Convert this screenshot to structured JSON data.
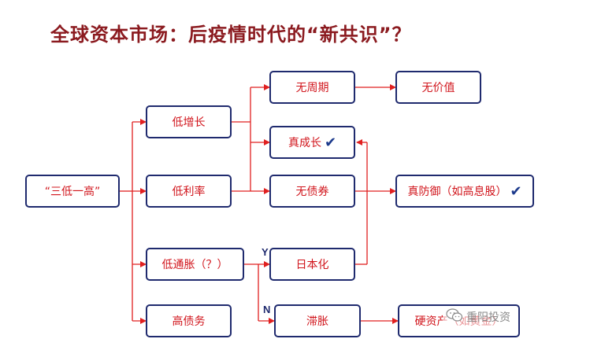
{
  "title": "全球资本市场：后疫情时代的“新共识”？",
  "nodes": {
    "san_di_yi_gao": "“三低一高”",
    "di_zeng_zhang": "低增长",
    "di_li_lv": "低利率",
    "di_tong_zhang": "低通胀（？）",
    "gao_zhai_wu": "高债务",
    "wu_zhou_qi": "无周期",
    "zhen_cheng_zhang": "真成长",
    "wu_zhai_quan": "无债券",
    "ri_ben_hua": "日本化",
    "zhi_zhang": "滞胀",
    "wu_jia_zhi": "无价值",
    "zhen_fang_yu": "真防御（如高息股）",
    "ying_zi_chan": "硬资产（如黄金）"
  },
  "checkmark": "✔",
  "branch_labels": {
    "yes": "Y",
    "no": "N"
  },
  "watermark": {
    "text": "重阳投资",
    "icon": "wechat-icon"
  },
  "colors": {
    "title": "#8b1a1f",
    "text": "#d1151c",
    "border": "#1f2a6e",
    "line": "#e02020",
    "check": "#1c3a8c"
  }
}
